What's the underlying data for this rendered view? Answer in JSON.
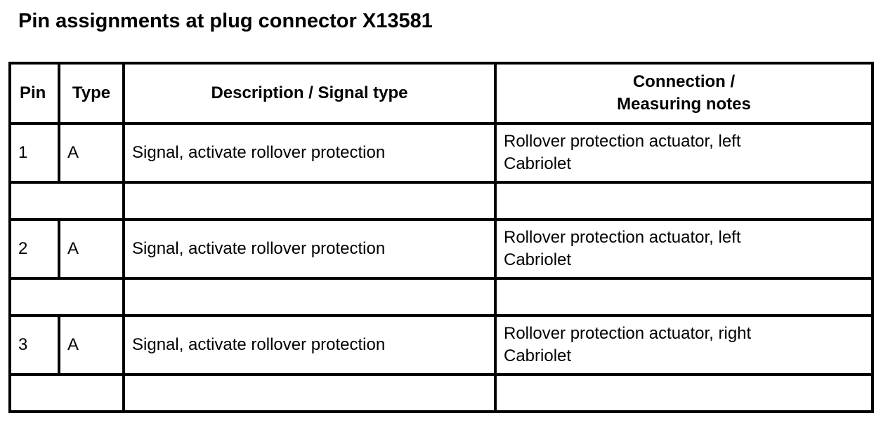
{
  "page": {
    "title": "Pin assignments at plug connector X13581"
  },
  "table": {
    "headers": {
      "pin": "Pin",
      "type": "Type",
      "description": "Description / Signal type",
      "connection_line1": "Connection /",
      "connection_line2": "Measuring notes"
    },
    "rows": [
      {
        "pin": "1",
        "type": "A",
        "description": "Signal, activate rollover protection",
        "connection_line1": "Rollover protection actuator, left",
        "connection_line2": "Cabriolet"
      },
      {
        "pin": "2",
        "type": "A",
        "description": "Signal, activate rollover protection",
        "connection_line1": "Rollover protection actuator, left",
        "connection_line2": "Cabriolet"
      },
      {
        "pin": "3",
        "type": "A",
        "description": "Signal, activate rollover protection",
        "connection_line1": "Rollover protection actuator, right",
        "connection_line2": "Cabriolet"
      }
    ]
  },
  "colors": {
    "text": "#000000",
    "border": "#000000",
    "background": "#ffffff"
  }
}
